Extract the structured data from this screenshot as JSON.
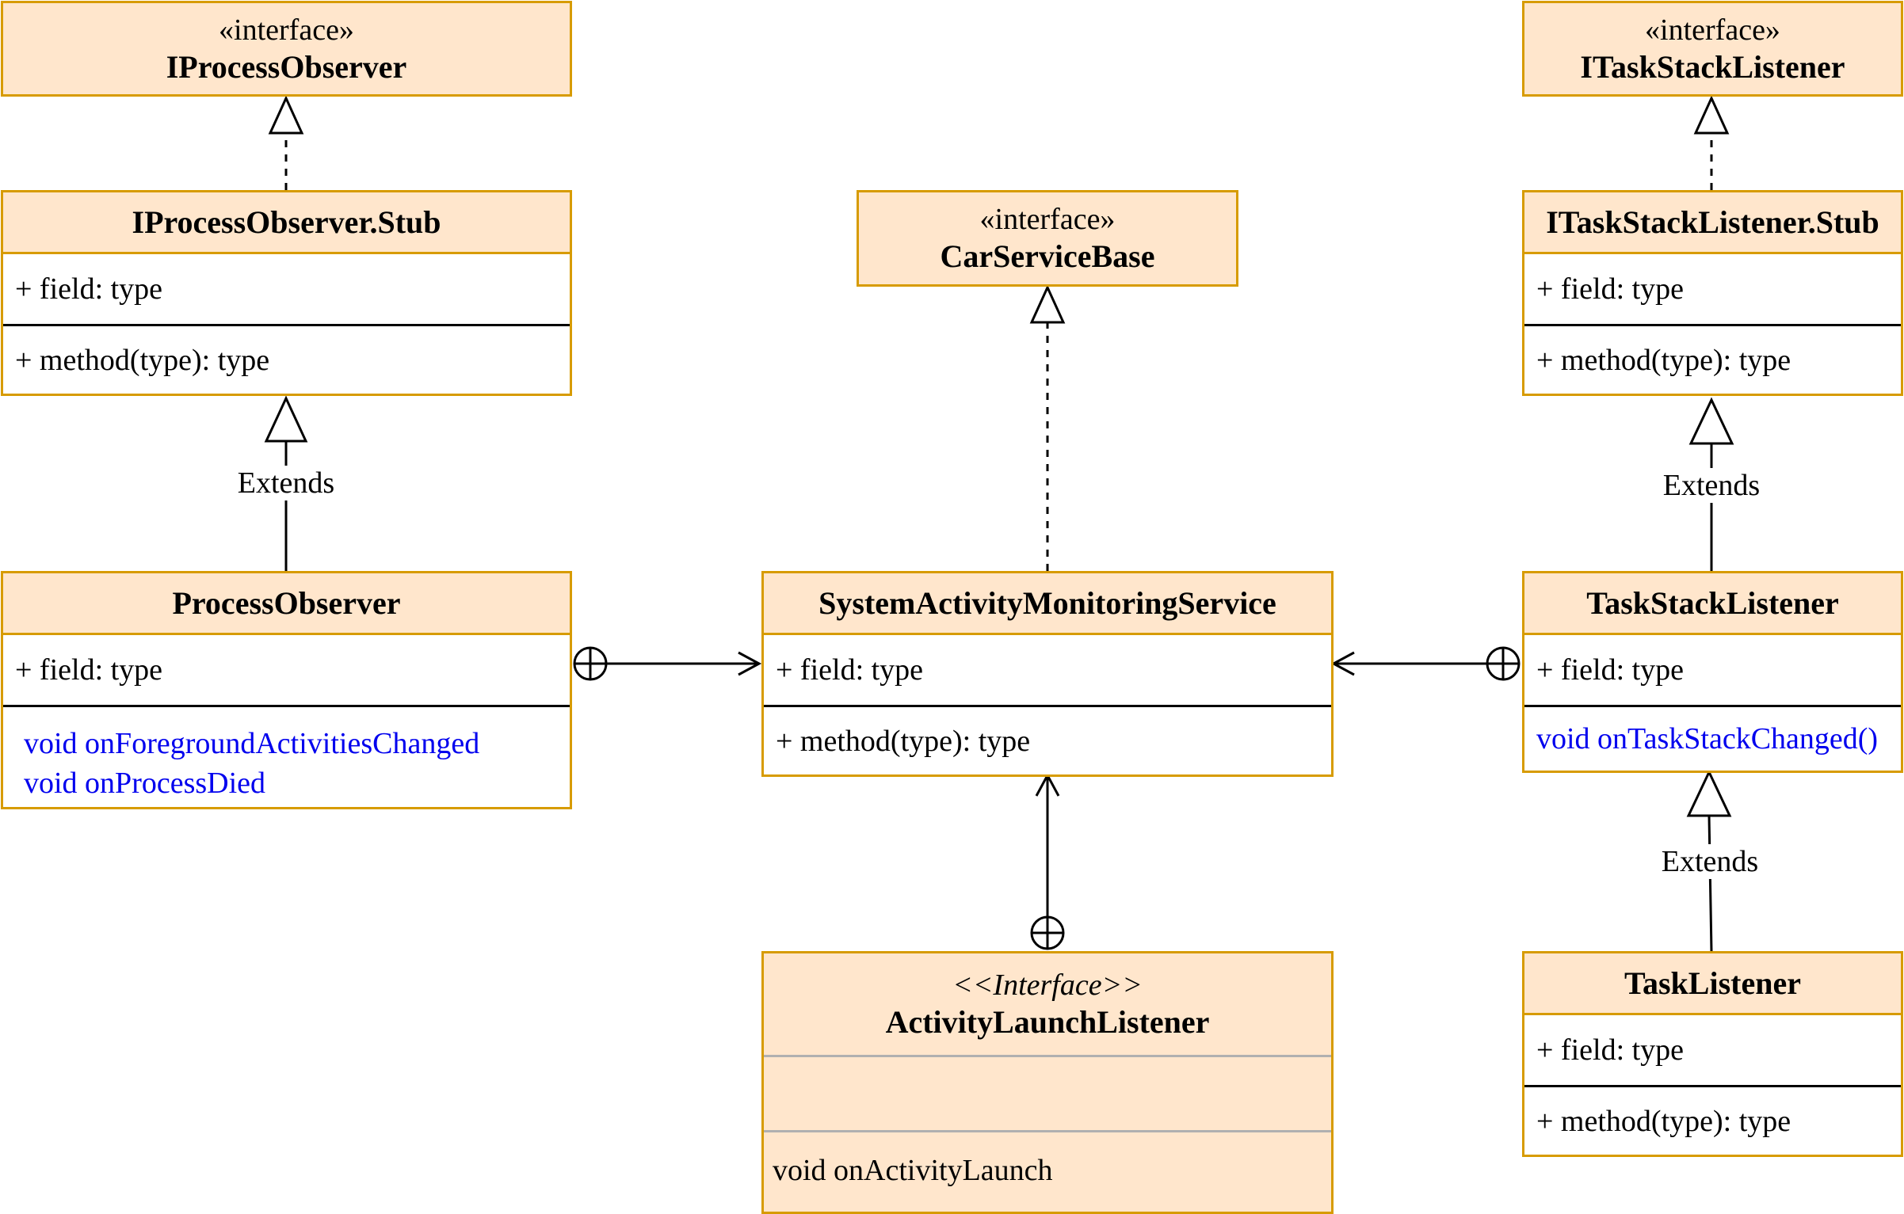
{
  "classes": {
    "iprocess_observer": {
      "stereotype": "«interface»",
      "name": "IProcessObserver"
    },
    "iprocess_observer_stub": {
      "name": "IProcessObserver.Stub",
      "field": "+ field: type",
      "method": "+ method(type): type"
    },
    "process_observer": {
      "name": "ProcessObserver",
      "field": "+ field: type",
      "methods": [
        "void onForegroundActivitiesChanged",
        "void onProcessDied"
      ]
    },
    "car_service_base": {
      "stereotype": "«interface»",
      "name": "CarServiceBase"
    },
    "system_activity_monitoring_service": {
      "name": "SystemActivityMonitoringService",
      "field": "+ field: type",
      "method": "+ method(type): type"
    },
    "activity_launch_listener": {
      "stereotype": "<<Interface>>",
      "name": "ActivityLaunchListener",
      "method": "void onActivityLaunch"
    },
    "itask_stack_listener": {
      "stereotype": "«interface»",
      "name": "ITaskStackListener"
    },
    "itask_stack_listener_stub": {
      "name": "ITaskStackListener.Stub",
      "field": "+ field: type",
      "method": "+ method(type): type"
    },
    "task_stack_listener": {
      "name": "TaskStackListener",
      "field": "+ field: type",
      "method": "void onTaskStackChanged()"
    },
    "task_listener": {
      "name": "TaskListener",
      "field": "+ field: type",
      "method": "+ method(type): type"
    }
  },
  "edge_labels": {
    "process_observer_extends": "Extends",
    "task_stack_listener_extends": "Extends",
    "task_listener_extends": "Extends"
  },
  "colors": {
    "header_fill": "#ffe6cc",
    "border": "#d79b00",
    "method_text": "#0000ee",
    "edge": "#000000"
  }
}
